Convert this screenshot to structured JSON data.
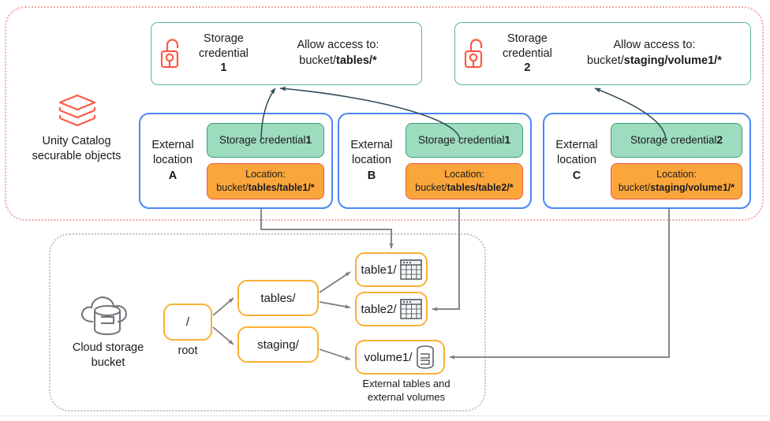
{
  "groups": {
    "unity_catalog": {
      "caption": "Unity Catalog\nsecurable objects",
      "icon": "layers-icon",
      "border_color": "#F2A8A8"
    },
    "cloud_storage": {
      "caption": "Cloud storage\nbucket",
      "icon": "cloud-database-icon",
      "border_color": "#B9C4CC"
    }
  },
  "credentials": [
    {
      "icon": "open-padlock-icon",
      "title_line1": "Storage",
      "title_line2": "credential",
      "number": "1",
      "allow_label": "Allow access to:",
      "path_prefix": "bucket/",
      "path_bold": "tables/*"
    },
    {
      "icon": "open-padlock-icon",
      "title_line1": "Storage",
      "title_line2": "credential",
      "number": "2",
      "allow_label": "Allow access to:",
      "path_prefix": "bucket/",
      "path_bold": "staging/volume1/*"
    }
  ],
  "external_locations": [
    {
      "label_line1": "External",
      "label_line2": "location",
      "letter": "A",
      "credential_text": "Storage credential ",
      "credential_number": "1",
      "location_label": "Location:",
      "location_prefix": "bucket/",
      "location_bold": "tables/table1/*"
    },
    {
      "label_line1": "External",
      "label_line2": "location",
      "letter": "B",
      "credential_text": "Storage credential ",
      "credential_number": "1",
      "location_label": "Location:",
      "location_prefix": "bucket/",
      "location_bold": "tables/table2/*"
    },
    {
      "label_line1": "External",
      "label_line2": "location",
      "letter": "C",
      "credential_text": "Storage credential ",
      "credential_number": "2",
      "location_label": "Location:",
      "location_prefix": "bucket/",
      "location_bold": "staging/volume1/*"
    }
  ],
  "tree": {
    "root": {
      "label": "/",
      "caption": "root"
    },
    "folders": [
      {
        "label": "tables/"
      },
      {
        "label": "staging/"
      }
    ],
    "leaves": [
      {
        "label": "table1/",
        "icon": "table-icon"
      },
      {
        "label": "table2/",
        "icon": "table-icon"
      },
      {
        "label": "volume1/",
        "icon": "volume-icon"
      }
    ],
    "caption": "External tables and\nexternal volumes"
  },
  "colors": {
    "green_fill": "#9EDCBF",
    "green_border": "#3E9E74",
    "orange_fill": "#FBA63B",
    "orange_border": "#F0563B",
    "blue_border": "#4A86F7",
    "node_border": "#FBB034",
    "lock_red": "#FB5B48",
    "connector": "#7A7A7A",
    "arrow_dark": "#2E4A57"
  }
}
